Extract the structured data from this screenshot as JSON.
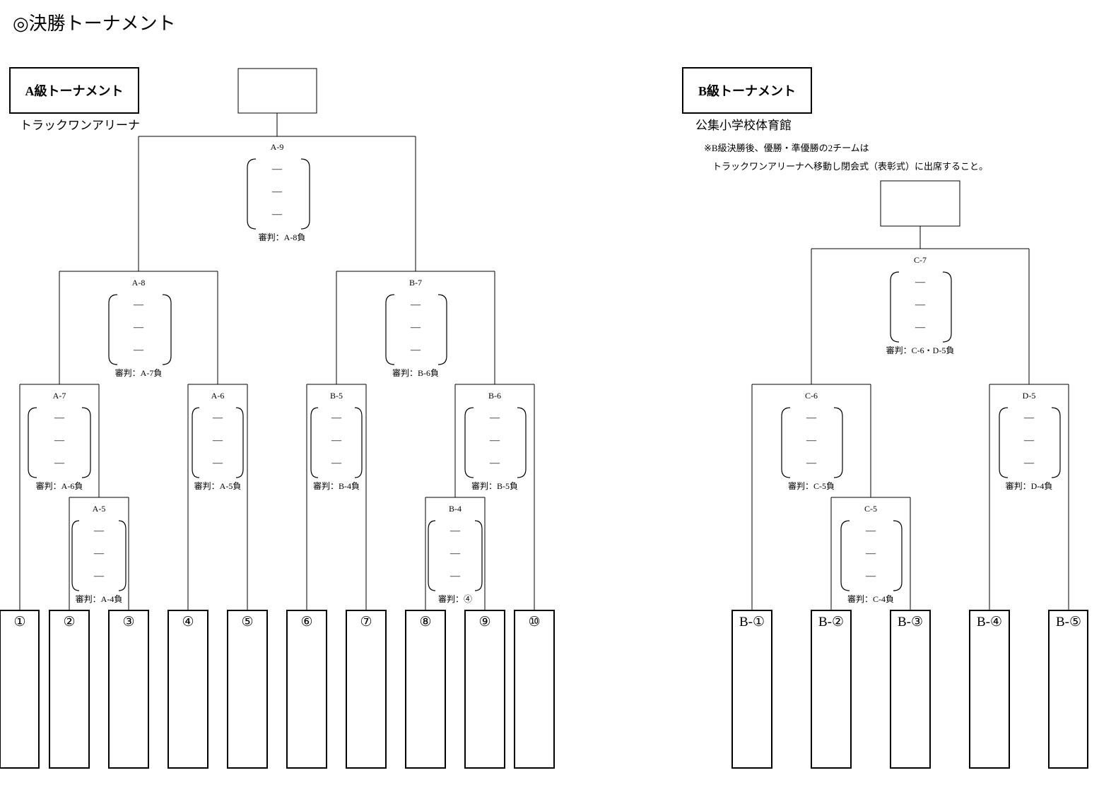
{
  "title": "◎決勝トーナメント",
  "a_section": {
    "label": "A級トーナメント",
    "venue": "トラックワンアリーナ"
  },
  "b_section": {
    "label": "B級トーナメント",
    "venue": "公集小学校体育館",
    "note_line1": "※B級決勝後、優勝・準優勝の2チームは",
    "note_line2": "トラックワンアリーナへ移動し閉会式（表彰式）に出席すること。"
  },
  "score_dash": "—",
  "matches": {
    "A9": {
      "code": "A-9",
      "referee": "審判：A-8負"
    },
    "A8": {
      "code": "A-8",
      "referee": "審判：A-7負"
    },
    "B7": {
      "code": "B-7",
      "referee": "審判：B-6負"
    },
    "A7": {
      "code": "A-7",
      "referee": "審判：A-6負"
    },
    "A6": {
      "code": "A-6",
      "referee": "審判：A-5負"
    },
    "B5": {
      "code": "B-5",
      "referee": "審判：B-4負"
    },
    "B6": {
      "code": "B-6",
      "referee": "審判：B-5負"
    },
    "A5": {
      "code": "A-5",
      "referee": "審判：A-4負"
    },
    "B4": {
      "code": "B-4",
      "referee": "審判：④"
    },
    "C7": {
      "code": "C-7",
      "referee": "審判：C-6・D-5負"
    },
    "C6": {
      "code": "C-6",
      "referee": "審判：C-5負"
    },
    "D5": {
      "code": "D-5",
      "referee": "審判：D-4負"
    },
    "C5": {
      "code": "C-5",
      "referee": "審判：C-4負"
    }
  },
  "a_teams": [
    "①",
    "②",
    "③",
    "④",
    "⑤",
    "⑥",
    "⑦",
    "⑧",
    "⑨",
    "⑩"
  ],
  "b_teams": [
    "B-①",
    "B-②",
    "B-③",
    "B-④",
    "B-⑤"
  ]
}
